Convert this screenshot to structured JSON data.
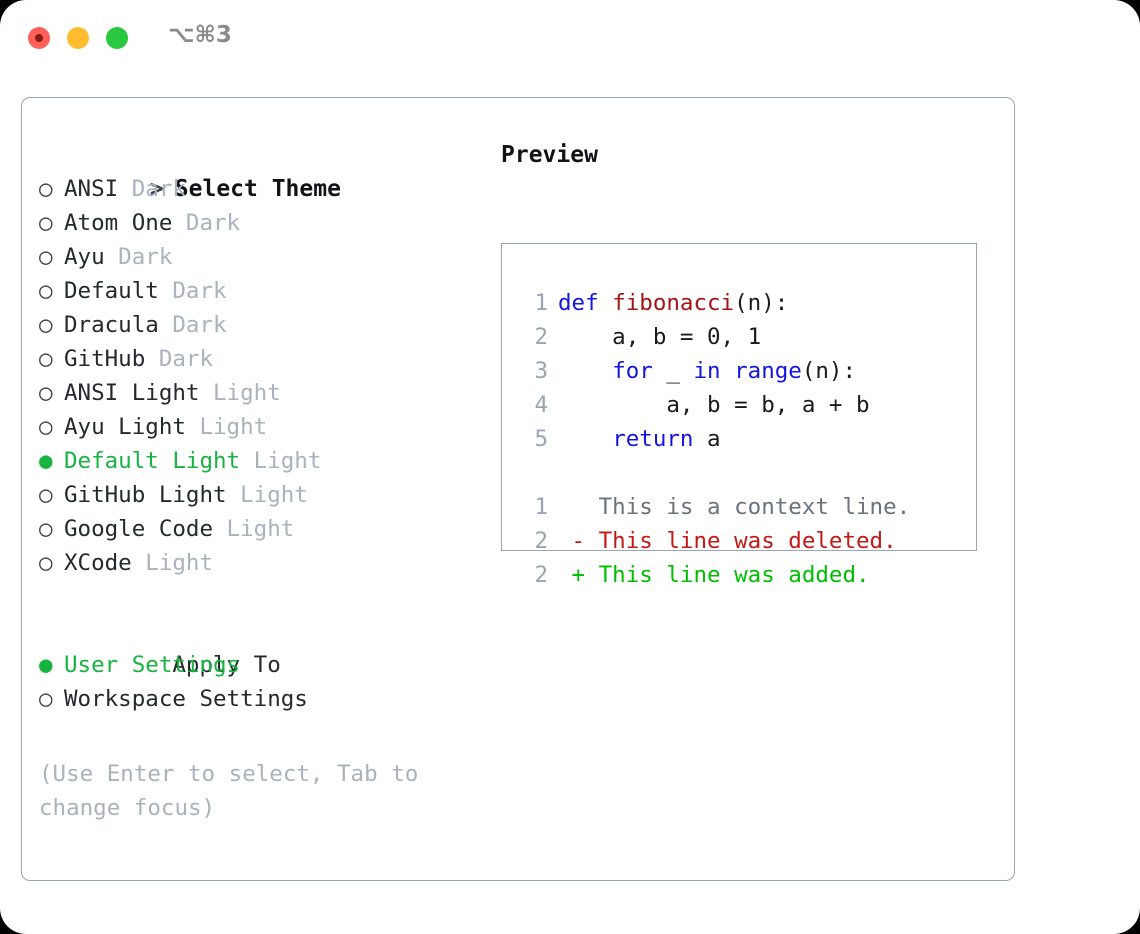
{
  "window": {
    "title": "⌥⌘3",
    "traffic_lights": [
      {
        "name": "close",
        "color": "#ff6159"
      },
      {
        "name": "minimize",
        "color": "#ffbd2e"
      },
      {
        "name": "maximize",
        "color": "#28c940"
      }
    ]
  },
  "markers": {
    "unselected": "○",
    "selected": "●",
    "prompt": ">",
    "blank": " "
  },
  "theme_picker": {
    "header": "Select Theme",
    "items": [
      {
        "name": "ANSI",
        "kind": "Dark",
        "selected": false
      },
      {
        "name": "Atom One",
        "kind": "Dark",
        "selected": false
      },
      {
        "name": "Ayu",
        "kind": "Dark",
        "selected": false
      },
      {
        "name": "Default",
        "kind": "Dark",
        "selected": false
      },
      {
        "name": "Dracula",
        "kind": "Dark",
        "selected": false
      },
      {
        "name": "GitHub",
        "kind": "Dark",
        "selected": false
      },
      {
        "name": "ANSI Light",
        "kind": "Light",
        "selected": false
      },
      {
        "name": "Ayu Light",
        "kind": "Light",
        "selected": false
      },
      {
        "name": "Default Light",
        "kind": "Light",
        "selected": true
      },
      {
        "name": "GitHub Light",
        "kind": "Light",
        "selected": false
      },
      {
        "name": "Google Code",
        "kind": "Light",
        "selected": false
      },
      {
        "name": "XCode",
        "kind": "Light",
        "selected": false
      }
    ]
  },
  "apply_to": {
    "label": "Apply To",
    "items": [
      {
        "name": "User Settings",
        "selected": true
      },
      {
        "name": "Workspace Settings",
        "selected": false
      }
    ]
  },
  "hint": "(Use Enter to select, Tab to change focus)",
  "preview": {
    "title": "Preview",
    "code_lines": [
      {
        "num": "1",
        "tokens": [
          {
            "t": "def ",
            "c": "kw"
          },
          {
            "t": "fibonacci",
            "c": "fn"
          },
          {
            "t": "(n):",
            "c": "pl"
          }
        ]
      },
      {
        "num": "2",
        "tokens": [
          {
            "t": "    a, b = 0, 1",
            "c": "pl"
          }
        ]
      },
      {
        "num": "3",
        "tokens": [
          {
            "t": "    ",
            "c": "pl"
          },
          {
            "t": "for",
            "c": "kw"
          },
          {
            "t": " _ ",
            "c": "pl"
          },
          {
            "t": "in range",
            "c": "kw"
          },
          {
            "t": "(n):",
            "c": "pl"
          }
        ]
      },
      {
        "num": "4",
        "tokens": [
          {
            "t": "        a, b = b, a + b",
            "c": "pl"
          }
        ]
      },
      {
        "num": "5",
        "tokens": [
          {
            "t": "    ",
            "c": "pl"
          },
          {
            "t": "return",
            "c": "kw"
          },
          {
            "t": " a",
            "c": "pl"
          }
        ]
      }
    ],
    "diff_lines": [
      {
        "num": "1",
        "tokens": [
          {
            "t": "   This is a context line.",
            "c": "ctx"
          }
        ]
      },
      {
        "num": "2",
        "tokens": [
          {
            "t": " - This line was deleted.",
            "c": "del"
          }
        ]
      },
      {
        "num": "2",
        "tokens": [
          {
            "t": " + This line was added.",
            "c": "add"
          }
        ]
      }
    ]
  },
  "colors": {
    "accent_green": "#17b441",
    "muted": "#a9b2bd",
    "border": "#9aa5b1",
    "keyword": "#1515e0",
    "function": "#a31515",
    "deleted": "#c41a16",
    "added": "#00bf00",
    "line_number": "#9aa5b1",
    "context": "#6a737d"
  }
}
